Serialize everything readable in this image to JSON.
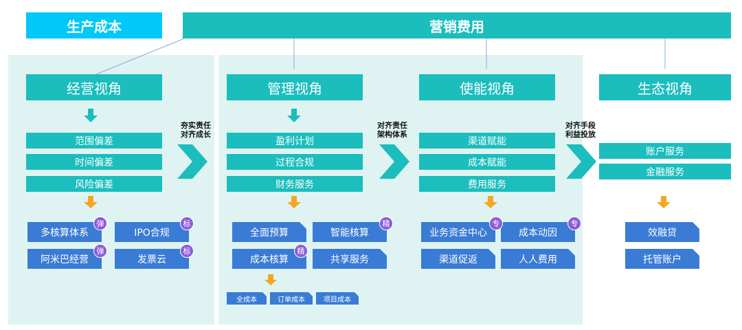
{
  "top": {
    "production": "生产成本",
    "marketing": "营销费用"
  },
  "views": {
    "operations": {
      "title": "经营视角",
      "items": [
        "范围偏差",
        "时间偏差",
        "风险偏差"
      ],
      "cards": [
        {
          "label": "多核算体系",
          "badge": "弹"
        },
        {
          "label": "IPO合规",
          "badge": "标"
        },
        {
          "label": "阿米巴经营",
          "badge": "弹"
        },
        {
          "label": "发票云",
          "badge": "标"
        }
      ]
    },
    "management": {
      "title": "管理视角",
      "items": [
        "盈利计划",
        "过程合规",
        "财务服务"
      ],
      "cards": [
        {
          "label": "全面预算",
          "badge": ""
        },
        {
          "label": "智能核算",
          "badge": "精"
        },
        {
          "label": "成本核算",
          "badge": "精"
        },
        {
          "label": "共享服务",
          "badge": ""
        }
      ],
      "sub_items": [
        "全成本",
        "订单成本",
        "项目成本"
      ]
    },
    "enablement": {
      "title": "使能视角",
      "items": [
        "渠道赋能",
        "成本赋能",
        "费用服务"
      ],
      "cards": [
        {
          "label": "业务资金中心",
          "badge": "专"
        },
        {
          "label": "成本动因",
          "badge": "专"
        },
        {
          "label": "渠道促返",
          "badge": ""
        },
        {
          "label": "人人费用",
          "badge": ""
        }
      ]
    },
    "ecosystem": {
      "title": "生态视角",
      "items": [
        "账户服务",
        "金融服务"
      ],
      "cards": [
        {
          "label": "效融贷",
          "badge": ""
        },
        {
          "label": "托管账户",
          "badge": ""
        }
      ]
    }
  },
  "relations": [
    {
      "line1": "夯实责任",
      "line2": "对齐成长"
    },
    {
      "line1": "对齐责任",
      "line2": "架构体系"
    },
    {
      "line1": "对齐手段",
      "line2": "利益投放"
    }
  ],
  "colors": {
    "teal": "#1bbdbd",
    "panel": "#dff4f2",
    "blue": "#3a7bd5",
    "orange": "#f5a623",
    "badge": "#8c5bd8",
    "header_cyan": "#00c8f8"
  }
}
